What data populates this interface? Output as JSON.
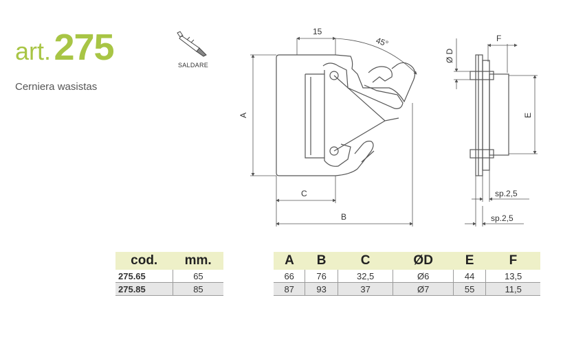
{
  "header": {
    "art_prefix": "art.",
    "art_number": "275",
    "subtitle": "Cerniera wasistas",
    "weld_label": "SALDARE"
  },
  "drawing_labels": {
    "dim_15": "15",
    "dim_45": "45°",
    "dim_A": "A",
    "dim_B": "B",
    "dim_C": "C",
    "dim_D": "Ø D",
    "dim_E": "E",
    "dim_F": "F",
    "sp_top": "sp.2,5",
    "sp_bottom": "sp.2,5"
  },
  "code_table": {
    "headers": [
      "cod.",
      "mm."
    ],
    "rows": [
      [
        "275.65",
        "65"
      ],
      [
        "275.85",
        "85"
      ]
    ]
  },
  "dims_table": {
    "headers": [
      "A",
      "B",
      "C",
      "ØD",
      "E",
      "F"
    ],
    "rows": [
      [
        "66",
        "76",
        "32,5",
        "Ø6",
        "44",
        "13,5"
      ],
      [
        "87",
        "93",
        "37",
        "Ø7",
        "55",
        "11,5"
      ]
    ]
  },
  "colors": {
    "accent": "#a8c545",
    "header_bg": "#eef0c8",
    "row_alt": "#e6e6e6",
    "line": "#555555"
  }
}
